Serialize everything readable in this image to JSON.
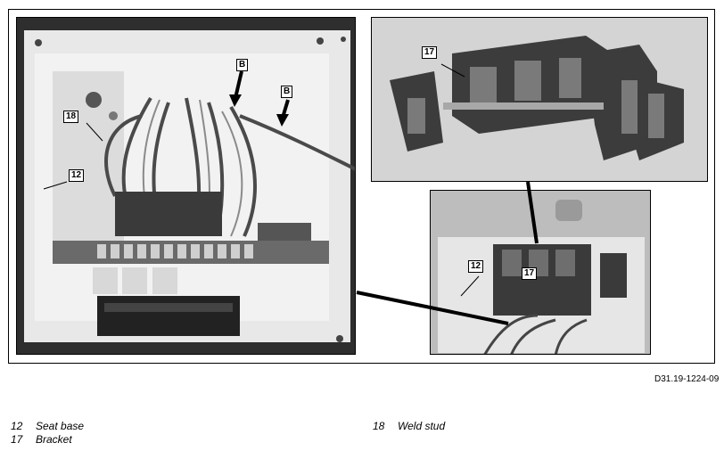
{
  "figure_id": "D31.19-1224-09",
  "callouts": {
    "main_b1": "B",
    "main_b2": "B",
    "main_18": "18",
    "main_12": "12",
    "bracket_17": "17",
    "detail_12": "12",
    "detail_17": "17"
  },
  "legend": [
    {
      "num": "12",
      "label": "Seat base"
    },
    {
      "num": "17",
      "label": "Bracket"
    },
    {
      "num": "18",
      "label": "Weld stud"
    }
  ]
}
